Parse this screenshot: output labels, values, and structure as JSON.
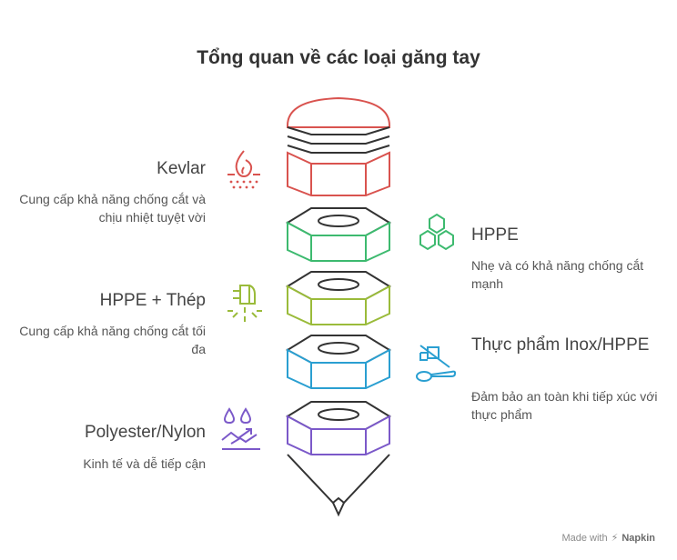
{
  "title": "Tổng quan về các loại găng tay",
  "items": [
    {
      "label": "Kevlar",
      "desc": "Cung cấp khả năng chống cắt và chịu nhiệt tuyệt vời",
      "color": "#d9534f",
      "icon": "flame-skin-icon"
    },
    {
      "label": "HPPE",
      "desc": "Nhẹ và có khả năng chống cắt mạnh",
      "color": "#3dba6f",
      "icon": "hexagon-cluster-icon"
    },
    {
      "label": "HPPE + Thép",
      "desc": "Cung cấp khả năng chống cắt tối đa",
      "color": "#9abb3a",
      "icon": "light-bulb-icon"
    },
    {
      "label": "Thực phẩm Inox/HPPE",
      "desc": "Đảm bảo an toàn khi tiếp xúc với thực phẩm",
      "color": "#2a9fd1",
      "icon": "spoon-no-food-icon"
    },
    {
      "label": "Polyester/Nylon",
      "desc": "Kinh tế và dễ tiếp cận",
      "color": "#7b59c9",
      "icon": "water-drops-trend-icon"
    }
  ],
  "footer": {
    "prefix": "Made with",
    "brand": "Napkin"
  }
}
